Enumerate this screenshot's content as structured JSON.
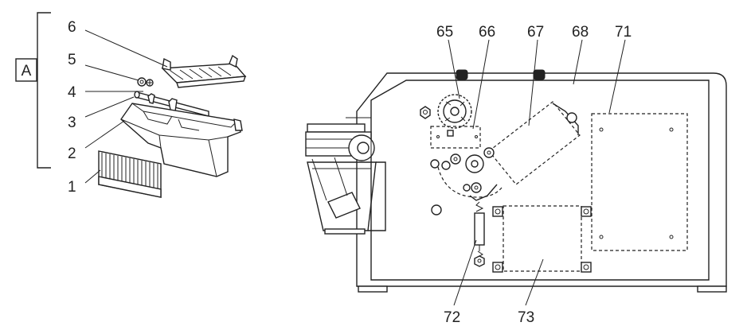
{
  "group_label": "A",
  "callouts": {
    "c1": "1",
    "c2": "2",
    "c3": "3",
    "c4": "4",
    "c5": "5",
    "c6": "6",
    "c65": "65",
    "c66": "66",
    "c67": "67",
    "c68": "68",
    "c71": "71",
    "c72": "72",
    "c73": "73"
  }
}
